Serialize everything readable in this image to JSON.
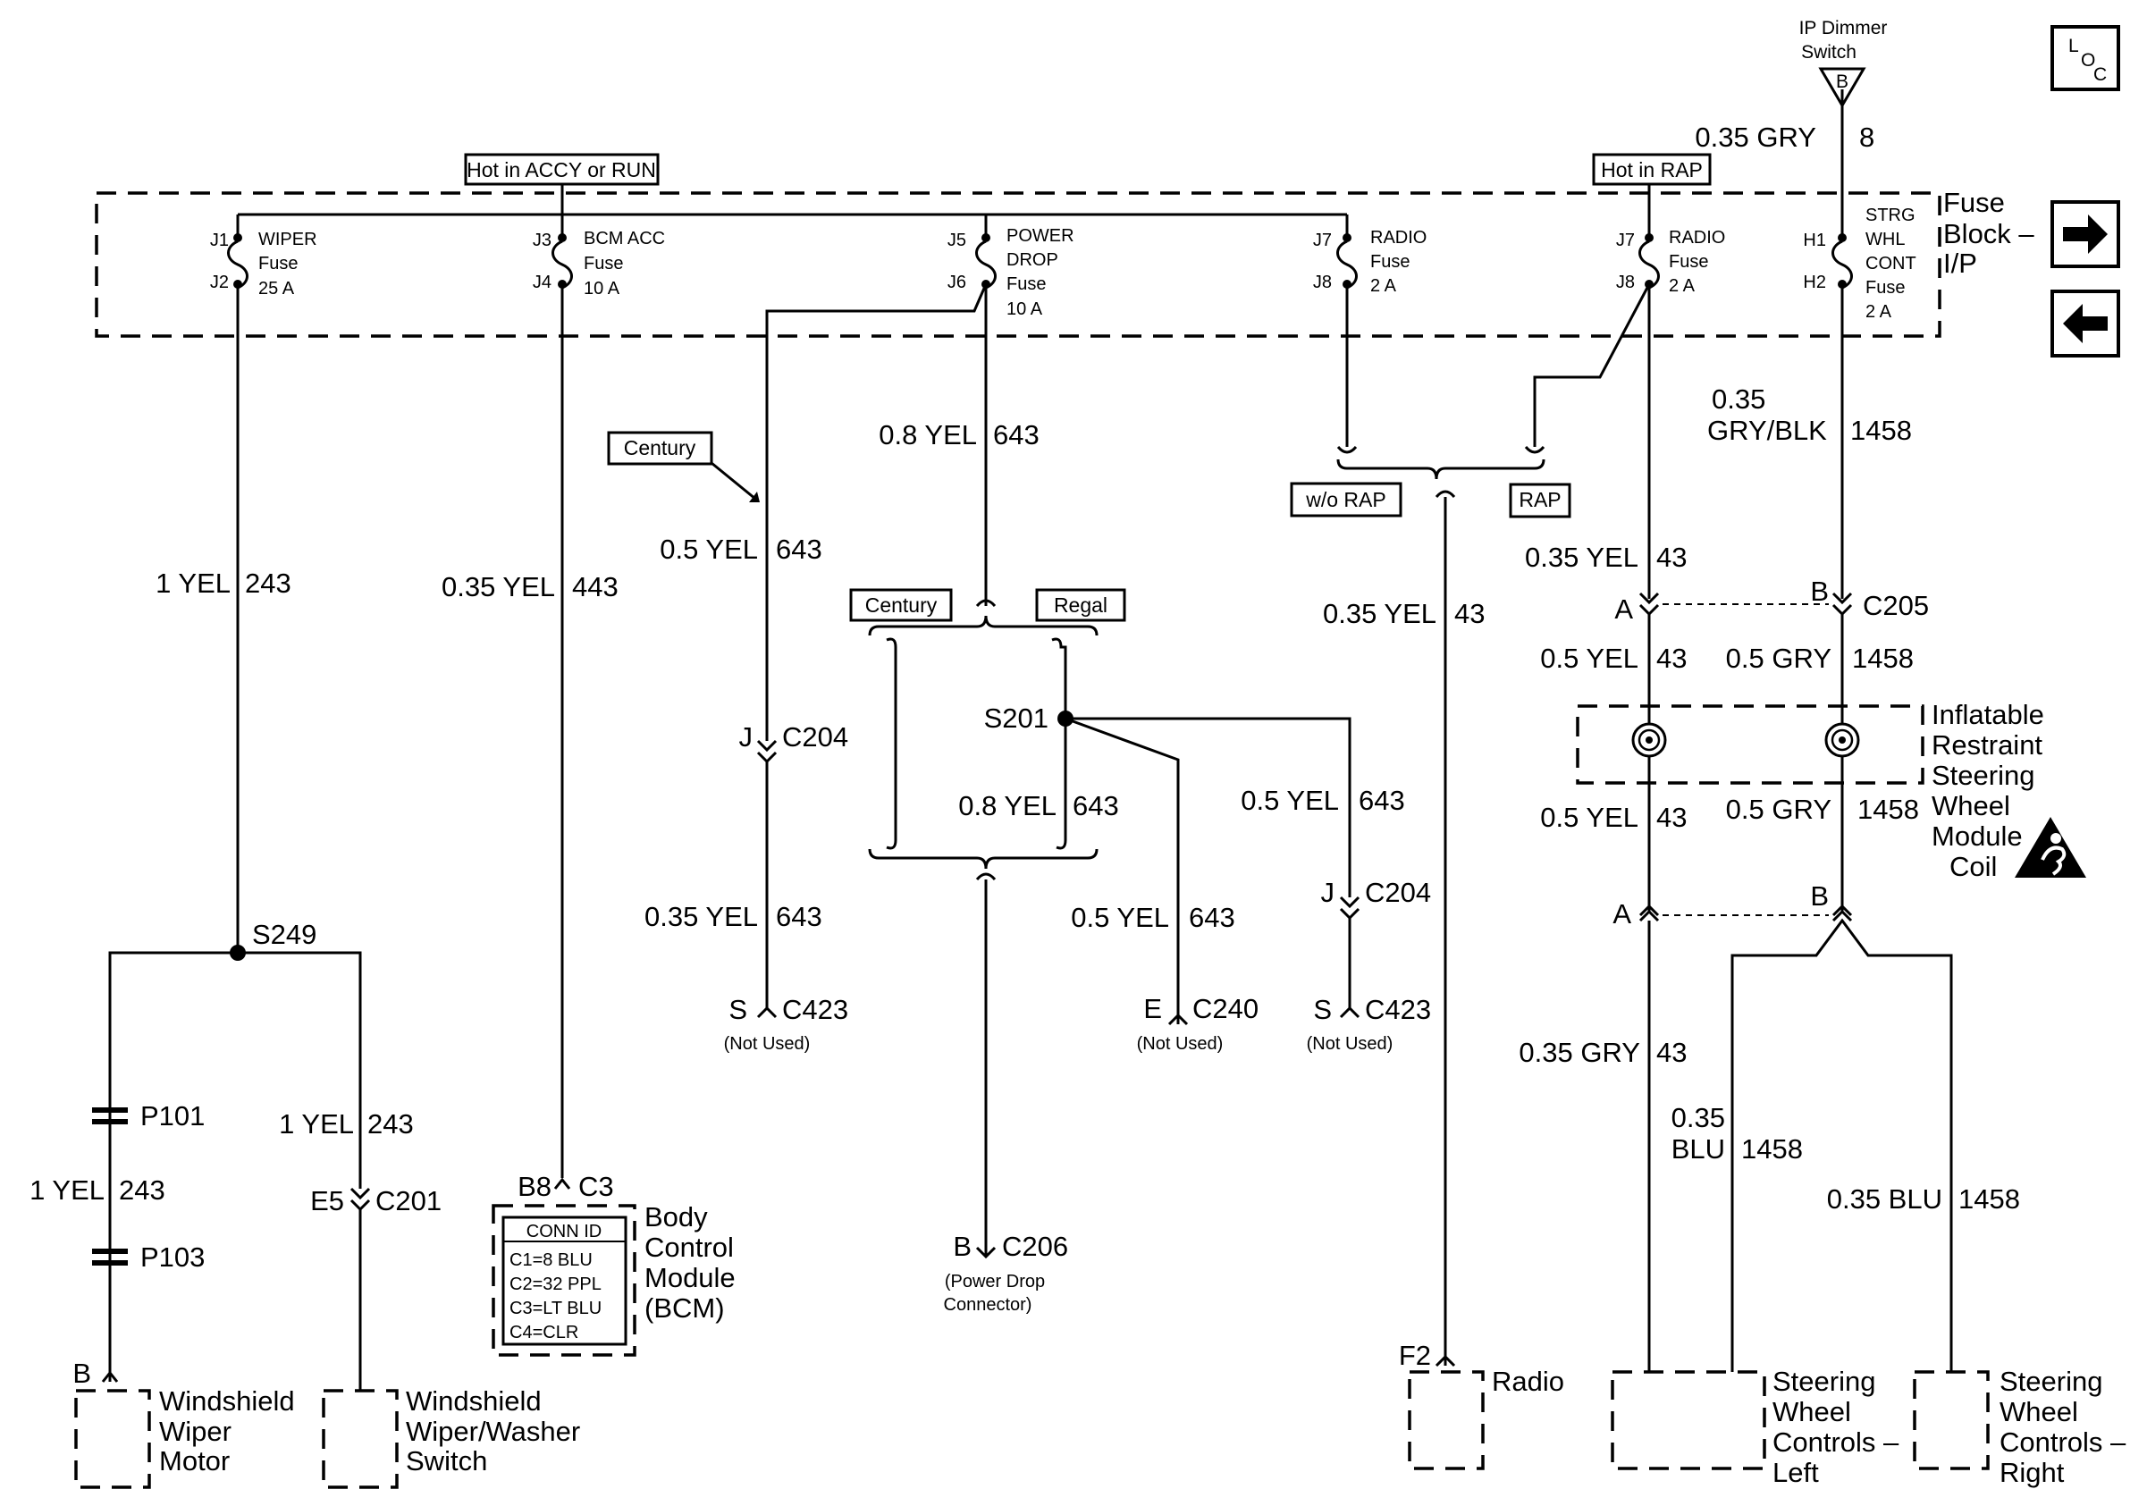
{
  "diagram": {
    "hot_accy_run": "Hot in ACCY or RUN",
    "hot_rap": "Hot in RAP",
    "fuse_block": [
      "Fuse",
      "Block –",
      "I/P"
    ],
    "loc": [
      "L",
      "O",
      "C"
    ],
    "ip_dimmer": [
      "IP Dimmer",
      "Switch",
      "B"
    ],
    "fuses": {
      "wiper": {
        "top": "J1",
        "bot": "J2",
        "lines": [
          "WIPER",
          "Fuse",
          "25 A"
        ]
      },
      "bcm": {
        "top": "J3",
        "bot": "J4",
        "lines": [
          "BCM ACC",
          "Fuse",
          "10 A"
        ]
      },
      "power": {
        "top": "J5",
        "bot": "J6",
        "lines": [
          "POWER",
          "DROP",
          "Fuse",
          "10 A"
        ]
      },
      "radio1": {
        "top": "J7",
        "bot": "J8",
        "lines": [
          "RADIO",
          "Fuse",
          "2 A"
        ]
      },
      "radio2": {
        "top": "J7",
        "bot": "J8",
        "lines": [
          "RADIO",
          "Fuse",
          "2 A"
        ]
      },
      "strg": {
        "top": "H1",
        "bot": "H2",
        "lines": [
          "STRG",
          "WHL",
          "CONT",
          "Fuse",
          "2 A"
        ]
      }
    },
    "tags": {
      "century1": "Century",
      "century2": "Century",
      "regal": "Regal",
      "worap": "w/o RAP",
      "rap": "RAP"
    },
    "wires": {
      "w1": [
        "1 YEL",
        "243"
      ],
      "w2": [
        "0.35 YEL",
        "443"
      ],
      "w3": [
        "0.5 YEL",
        "643"
      ],
      "w4": [
        "0.8 YEL",
        "643"
      ],
      "w5": [
        "0.35 YEL",
        "43"
      ],
      "w6": [
        "0.35 YEL",
        "43"
      ],
      "w7": [
        "0.35 GRY",
        "8"
      ],
      "w8": [
        "0.35",
        "GRY/BLK",
        "1458"
      ],
      "w9": [
        "0.5 YEL",
        "43"
      ],
      "w10": [
        "0.5 GRY",
        "1458"
      ],
      "w11": [
        "0.35 YEL",
        "643"
      ],
      "w12": [
        "0.8 YEL",
        "643"
      ],
      "w13": [
        "0.5 YEL",
        "643"
      ],
      "w14": [
        "0.5 YEL",
        "643"
      ],
      "w15": [
        "1 YEL",
        "243"
      ],
      "w16": [
        "1 YEL",
        "243"
      ],
      "w17": [
        "0.5 YEL",
        "43"
      ],
      "w18": [
        "0.5 GRY",
        "1458"
      ],
      "w19": [
        "0.35 GRY",
        "43"
      ],
      "w20": [
        "0.35",
        "BLU",
        "1458"
      ],
      "w21": [
        "0.35 BLU",
        "1458"
      ]
    },
    "connectors": {
      "c204a": [
        "J",
        "C204"
      ],
      "c204b": [
        "J",
        "C204"
      ],
      "c423a": [
        "S",
        "C423",
        "(Not Used)"
      ],
      "c423b": [
        "S",
        "C423",
        "(Not Used)"
      ],
      "c240": [
        "E",
        "C240",
        "(Not Used)"
      ],
      "c206": [
        "B",
        "C206",
        "(Power Drop",
        "Connector)"
      ],
      "c201": [
        "E5",
        "C201"
      ],
      "c205": [
        "A",
        "B",
        "C205"
      ],
      "coil_a": "A",
      "coil_b": "B",
      "bcm_pins": [
        "B8",
        "C3"
      ],
      "radio_pin": "F2",
      "wiper_pin": "B"
    },
    "splices": {
      "s201": "S201",
      "s249": "S249",
      "p101": "P101",
      "p103": "P103"
    },
    "components": {
      "coil": [
        "Inflatable",
        "Restraint",
        "Steering",
        "Wheel",
        "Module",
        "Coil"
      ],
      "bcm": [
        "Body",
        "Control",
        "Module",
        "(BCM)"
      ],
      "conn_id": [
        "CONN ID",
        "C1=8 BLU",
        "C2=32 PPL",
        "C3=LT BLU",
        "C4=CLR"
      ],
      "wiper_motor": [
        "Windshield",
        "Wiper",
        "Motor"
      ],
      "wiper_switch": [
        "Windshield",
        "Wiper/Washer",
        "Switch"
      ],
      "radio": "Radio",
      "swc_left": [
        "Steering",
        "Wheel",
        "Controls –",
        "Left"
      ],
      "swc_right": [
        "Steering",
        "Wheel",
        "Controls –",
        "Right"
      ]
    }
  }
}
